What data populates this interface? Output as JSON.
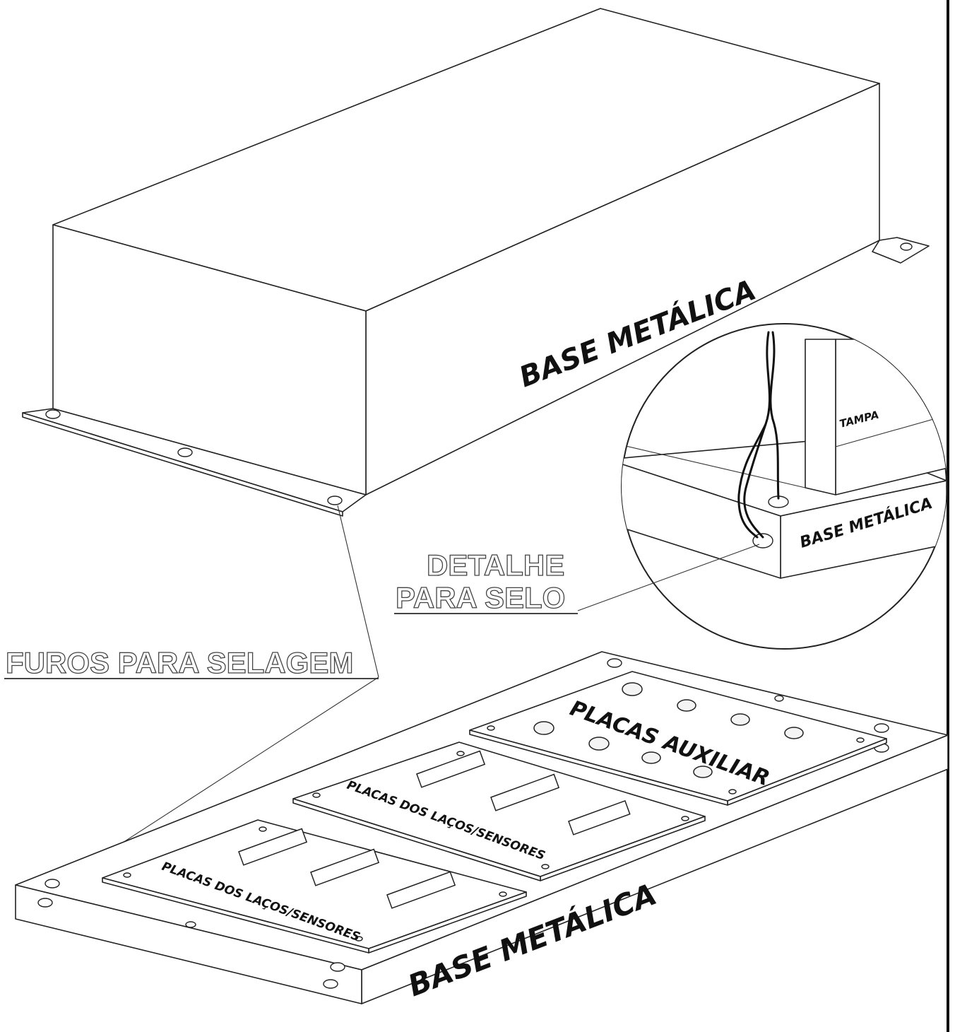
{
  "labels": {
    "base_top": "BASE METÁLICA",
    "tampa": "TAMPA",
    "base_detail": "BASE METÁLICA",
    "detalhe_line1": "DETALHE",
    "detalhe_line2": "PARA SELO",
    "furos": "FUROS PARA SELAGEM",
    "placas_auxiliar": "PLACAS AUXILIAR",
    "placas_lacos_upper": "PLACAS DOS LAÇOS/SENSORES",
    "placas_lacos_lower": "PLACAS DOS LAÇOS/SENSORES",
    "base_bottom": "BASE METÁLICA"
  }
}
